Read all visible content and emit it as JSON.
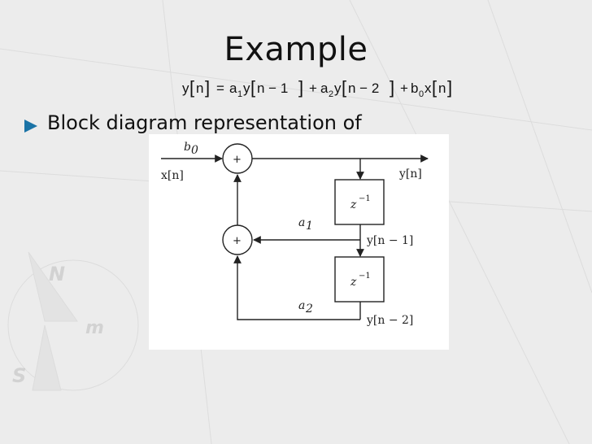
{
  "slide": {
    "title": "Example",
    "bullet": "Block diagram representation of"
  },
  "equation": {
    "y": "y",
    "n": "n",
    "eq": "=",
    "a1": "a",
    "a1_sub": "1",
    "n_minus_1": "n − 1",
    "plus": "+",
    "a2": "a",
    "a2_sub": "2",
    "n_minus_2": "n − 2",
    "b0": "b",
    "b0_sub": "0",
    "x": "x"
  },
  "diagram": {
    "input_label": "x[n]",
    "gain_b0": "b",
    "gain_b0_sub": "0",
    "adder_symbol": "+",
    "output_label": "y[n]",
    "delay_label": "z",
    "delay_sup": "−1",
    "gain_a1": "a",
    "gain_a1_sub": "1",
    "tap1_label": "y[n − 1]",
    "gain_a2": "a",
    "gain_a2_sub": "2",
    "tap2_label": "y[n − 2]"
  },
  "colors": {
    "background": "#ececec",
    "bullet_marker": "#1a73a6",
    "diagram_background": "#ffffff",
    "ink": "#222222"
  }
}
